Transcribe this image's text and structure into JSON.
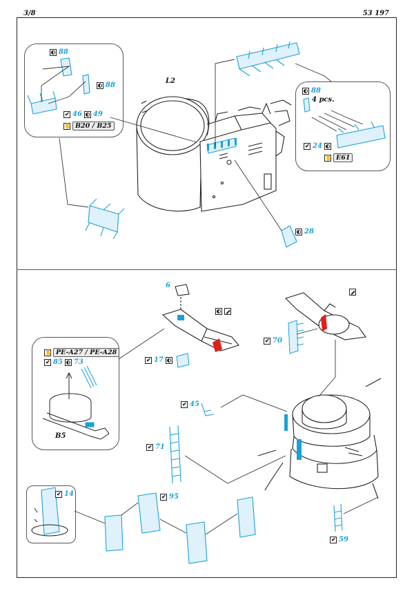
{
  "header": {
    "page": "3/8",
    "set_number": "53 197"
  },
  "top_section": {
    "main_label": "L2",
    "callout_left": {
      "part_a": "88",
      "part_b": "88",
      "part_c": "46",
      "part_d": "49",
      "refs": "B20 / B25"
    },
    "callout_right": {
      "part": "88",
      "qty": "4 pcs.",
      "part_b": "24",
      "ref": "E61"
    },
    "part_28": "28"
  },
  "bottom_section": {
    "part_6": "6",
    "part_17": "17",
    "part_70": "70",
    "part_45": "45",
    "part_71": "71",
    "part_14": "14",
    "part_95": "95",
    "part_59": "59",
    "callout": {
      "refs": "PE-A27 / PE-A28",
      "part_a": "85",
      "part_b": "73",
      "label": "B5"
    }
  },
  "colors": {
    "part_blue": "#1aa0d8",
    "accent_red": "#e0201c",
    "line": "#222222"
  }
}
